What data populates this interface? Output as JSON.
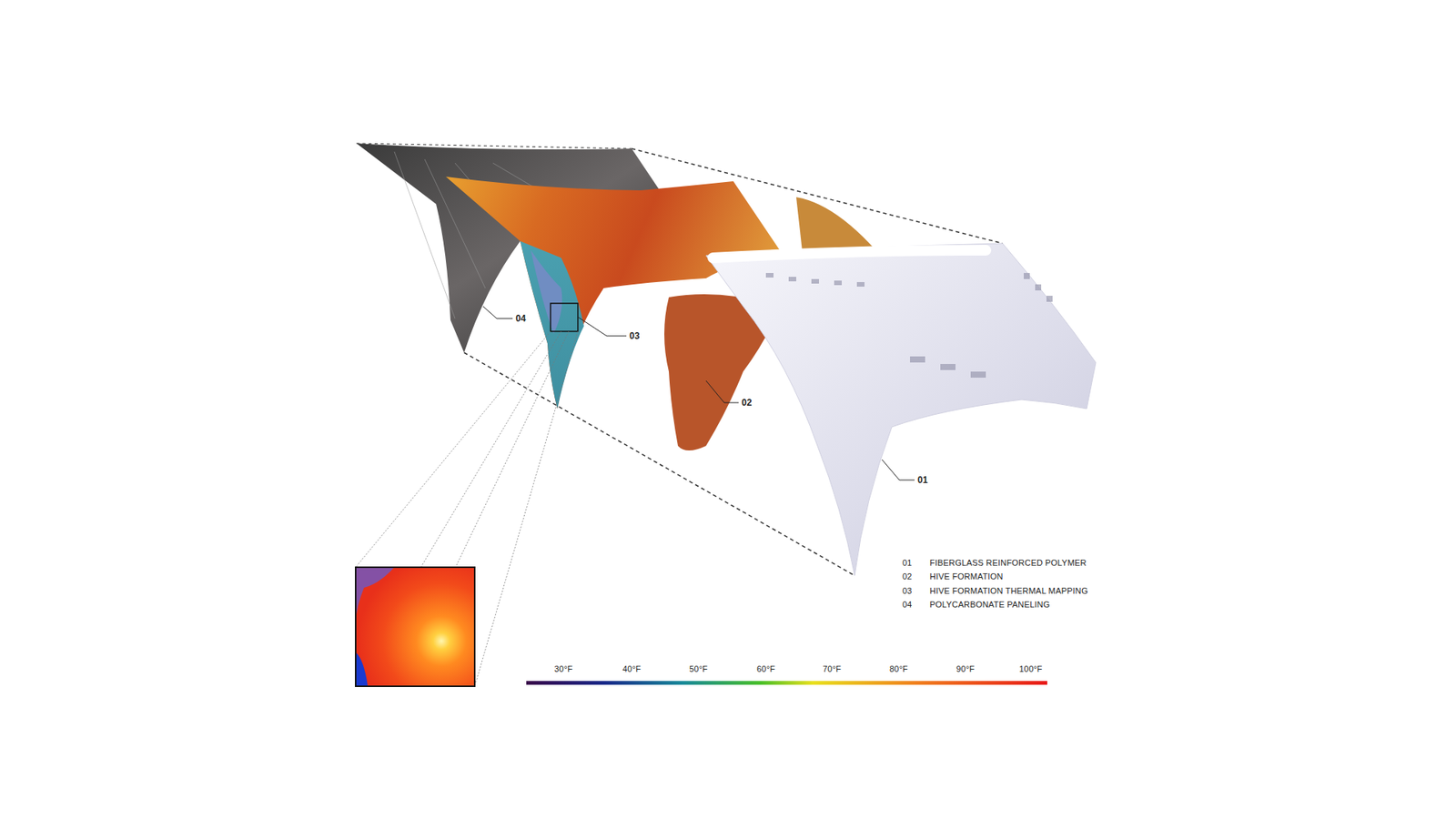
{
  "diagram": {
    "labels": [
      "04",
      "03",
      "02",
      "01",
      "01",
      "FIBERGLASS REINFORCED POLYMER",
      "02",
      "HIVE FORMATION",
      "03",
      "HIVE FORMATION THERMAL MAPPING",
      "04",
      "POLYCARBONATE PANELING",
      "30°F",
      "40°F",
      "50°F",
      "60°F",
      "70°F",
      "80°F",
      "90°F",
      "100°F"
    ]
  }
}
